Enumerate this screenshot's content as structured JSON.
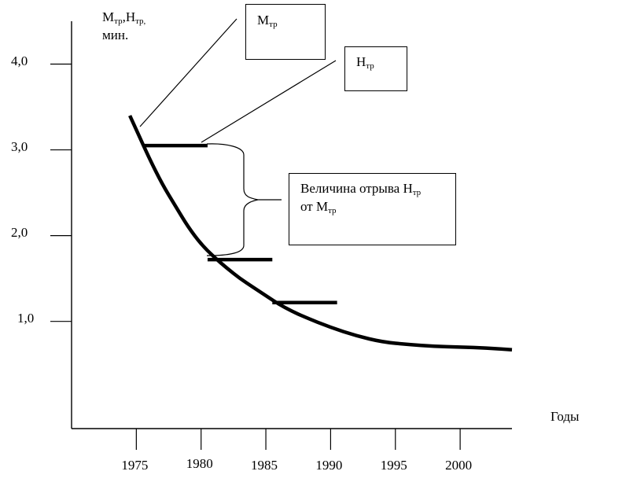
{
  "chart_data": {
    "type": "line",
    "ylabel_main": "М",
    "ylabel_sub": "тр",
    "ylabel_sep": ",Н",
    "ylabel_sub2": "тр,",
    "ylabel_unit": "мин.",
    "xlabel": "Годы",
    "x_ticks": [
      "1975",
      "1980",
      "1985",
      "1990",
      "1995",
      "2000"
    ],
    "y_ticks": [
      "1,0",
      "2,0",
      "3,0",
      "4,0"
    ],
    "xlim": [
      1970,
      2004
    ],
    "ylim": [
      -0.25,
      4.5
    ],
    "series": [
      {
        "name": "Мтр",
        "x": [
          1974.5,
          1976,
          1977,
          1978,
          1979,
          1980,
          1981,
          1982,
          1983,
          1984,
          1985,
          1986,
          1987,
          1988,
          1990,
          1992,
          1994,
          1996,
          1998,
          2000,
          2002,
          2004
        ],
        "y": [
          3.4,
          2.9,
          2.6,
          2.35,
          2.1,
          1.9,
          1.75,
          1.62,
          1.5,
          1.4,
          1.3,
          1.2,
          1.12,
          1.05,
          0.93,
          0.83,
          0.76,
          0.73,
          0.71,
          0.7,
          0.69,
          0.67
        ]
      },
      {
        "name": "Нтр",
        "segments": [
          {
            "x": [
              1975.5,
              1980.5
            ],
            "y": [
              3.05,
              3.05
            ]
          },
          {
            "x": [
              1980.5,
              1985.5
            ],
            "y": [
              1.72,
              1.72
            ]
          },
          {
            "x": [
              1985.5,
              1990.5
            ],
            "y": [
              1.22,
              1.22
            ]
          }
        ]
      }
    ],
    "annotations": {
      "m_box": {
        "main": "М",
        "sub": "тр"
      },
      "n_box": {
        "main": "Н",
        "sub": "тр"
      },
      "gap_box": {
        "line1_main": "Величина отрыва Н",
        "line1_sub": "тр",
        "line2_main": "от М",
        "line2_sub": "тр"
      }
    }
  }
}
